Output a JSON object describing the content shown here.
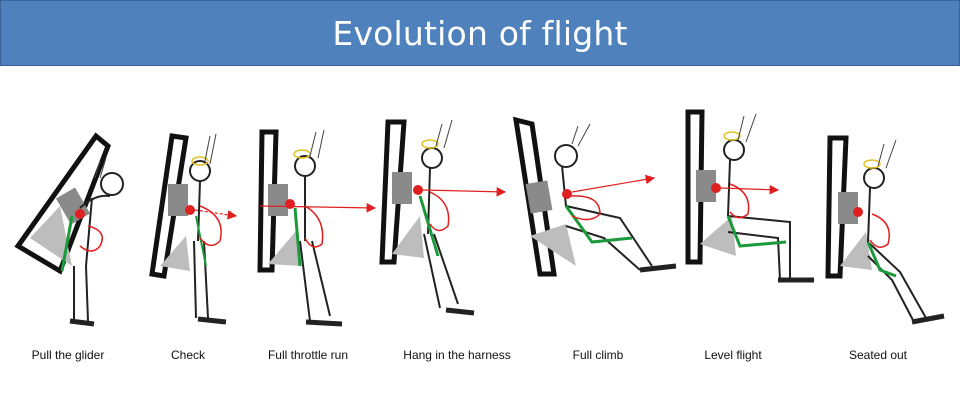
{
  "title": "Evolution of flight",
  "colors": {
    "banner": "#4f81bd",
    "title_text": "#ffffff",
    "arrow": "#e02020",
    "hang_point": "#e02020",
    "strap": "#1a9a3a",
    "body_outline": "#222222",
    "cage": "#111111",
    "engine_fill": "#8a8a8a",
    "cage_fill": "#bdbdbd",
    "helmet_visor": "#e0c020"
  },
  "stages": [
    {
      "label": "Pull the glider",
      "icon": "pilot-leaning-forward-icon"
    },
    {
      "label": "Check",
      "icon": "pilot-standing-check-icon"
    },
    {
      "label": "Full throttle run",
      "icon": "pilot-running-icon"
    },
    {
      "label": "Hang in the harness",
      "icon": "pilot-hanging-icon"
    },
    {
      "label": "Full climb",
      "icon": "pilot-climbing-icon"
    },
    {
      "label": "Level flight",
      "icon": "pilot-level-flight-icon"
    },
    {
      "label": "Seated out",
      "icon": "pilot-seated-icon"
    }
  ]
}
